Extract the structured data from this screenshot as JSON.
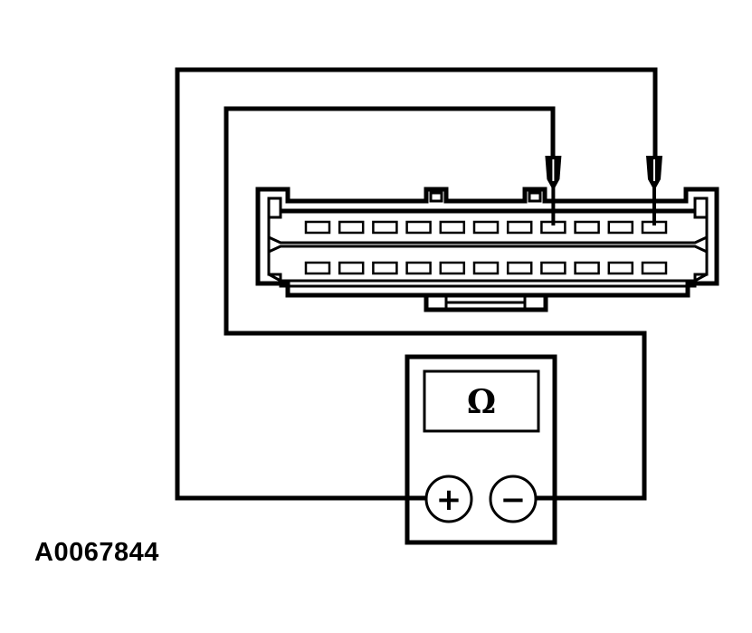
{
  "figure": {
    "id": "A0067844"
  },
  "meter": {
    "display_symbol": "Ω",
    "positive_symbol": "+",
    "negative_symbol": "−"
  },
  "connector": {
    "row_pin_count": 11,
    "rows": 2,
    "probed_pins": [
      {
        "row": 1,
        "pin": 8,
        "lead": "meter-negative"
      },
      {
        "row": 1,
        "pin": 11,
        "lead": "meter-positive"
      }
    ]
  },
  "colors": {
    "ink": "#000000",
    "background": "#ffffff"
  }
}
